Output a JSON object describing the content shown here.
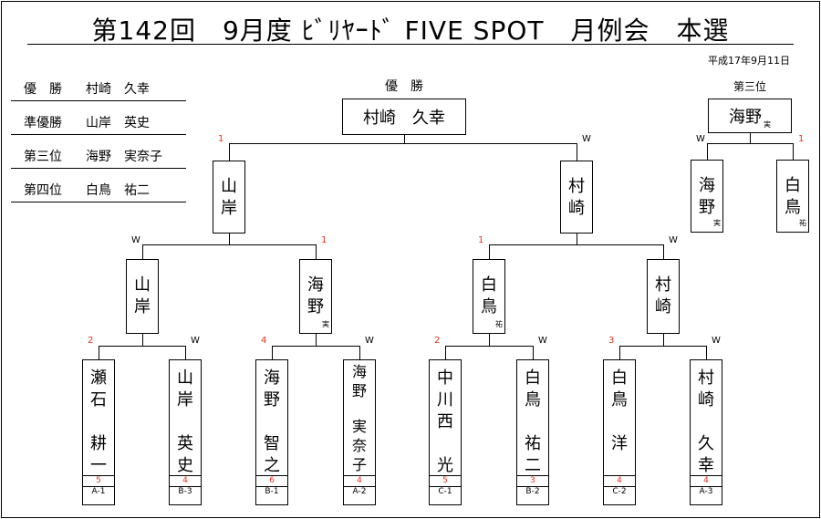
{
  "title": "第142回　9月度 ﾋﾞﾘﾔｰﾄﾞ FIVE SPOT　月例会　本選",
  "date": "平成17年9月11日",
  "results": [
    {
      "rank": "優　勝",
      "name": "村崎　久幸"
    },
    {
      "rank": "準優勝",
      "name": "山岸　英史"
    },
    {
      "rank": "第三位",
      "name": "海野　実奈子"
    },
    {
      "rank": "第四位",
      "name": "白鳥　祐二"
    }
  ],
  "final": {
    "header": "優　勝",
    "winner": "村崎　久幸",
    "left": {
      "chars": [
        "山",
        "岸"
      ],
      "mark": "1"
    },
    "right": {
      "chars": [
        "村",
        "崎"
      ],
      "mark": "W"
    }
  },
  "third_place": {
    "header": "第三位",
    "winner": "海野",
    "winner_sub": "実",
    "left": {
      "chars": [
        "海",
        "野"
      ],
      "sub": "実",
      "mark": "W"
    },
    "right": {
      "chars": [
        "白",
        "鳥"
      ],
      "sub": "祐",
      "mark": "1"
    }
  },
  "semis": [
    {
      "chars": [
        "山",
        "岸"
      ],
      "sub": "",
      "mark": "W"
    },
    {
      "chars": [
        "海",
        "野"
      ],
      "sub": "実",
      "mark": "1"
    },
    {
      "chars": [
        "白",
        "鳥"
      ],
      "sub": "祐",
      "mark": "1"
    },
    {
      "chars": [
        "村",
        "崎"
      ],
      "sub": "",
      "mark": "W"
    }
  ],
  "players": [
    {
      "top": [
        "瀬",
        "石"
      ],
      "bottom": [
        "耕",
        "一"
      ],
      "score": "5",
      "seed": "A-1",
      "mark": "2"
    },
    {
      "top": [
        "山",
        "岸"
      ],
      "bottom": [
        "英",
        "史"
      ],
      "score": "4",
      "seed": "B-3",
      "mark": "W"
    },
    {
      "top": [
        "海",
        "野"
      ],
      "bottom": [
        "智",
        "之"
      ],
      "score": "6",
      "seed": "B-1",
      "mark": "4"
    },
    {
      "top": [
        "海",
        "野"
      ],
      "bottom": [
        "実",
        "奈",
        "子"
      ],
      "score": "4",
      "seed": "A-2",
      "mark": "W"
    },
    {
      "top": [
        "中",
        "川",
        "西"
      ],
      "bottom": [
        "光"
      ],
      "score": "5",
      "seed": "C-1",
      "mark": "2"
    },
    {
      "top": [
        "白",
        "鳥"
      ],
      "bottom": [
        "祐",
        "二"
      ],
      "score": "3",
      "seed": "B-2",
      "mark": "W"
    },
    {
      "top": [
        "白",
        "鳥"
      ],
      "bottom": [
        "洋"
      ],
      "score": "4",
      "seed": "C-2",
      "mark": "3"
    },
    {
      "top": [
        "村",
        "崎"
      ],
      "bottom": [
        "久",
        "幸"
      ],
      "score": "4",
      "seed": "A-3",
      "mark": "W"
    }
  ]
}
